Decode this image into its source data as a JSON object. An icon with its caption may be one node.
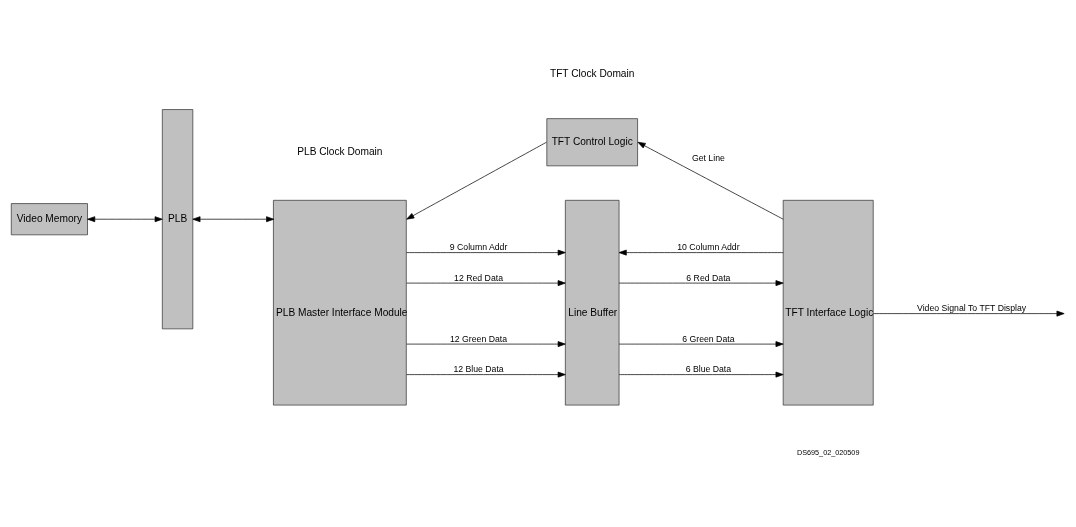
{
  "diagram": {
    "nodes": [
      {
        "text": [
          "Video Memory"
        ]
      },
      {
        "text": [
          "PLB"
        ]
      },
      {
        "text": [
          "PLB Master Interface Module"
        ]
      },
      {
        "text": [
          "TFT Control Logic"
        ]
      },
      {
        "text": [
          "Line Buffer"
        ]
      },
      {
        "text": [
          "TFT Interface Logic"
        ]
      }
    ],
    "edges": [
      {
        "from": 0,
        "to": 1,
        "arrow": "both"
      },
      {
        "from": 1,
        "to": 2,
        "arrow": "both"
      },
      {
        "from": 3,
        "to": 2,
        "arrow": "to"
      },
      {
        "from": 5,
        "to": 3,
        "arrow": "to",
        "label": "Get Line"
      },
      {
        "from": 2,
        "to": 4,
        "arrow": "to",
        "label": "9 Column Addr"
      },
      {
        "from": 2,
        "to": 4,
        "arrow": "to",
        "label": "12 Red Data"
      },
      {
        "from": 2,
        "to": 4,
        "arrow": "to",
        "label": "12 Green Data"
      },
      {
        "from": 2,
        "to": 4,
        "arrow": "to",
        "label": "12 Blue Data"
      },
      {
        "from": 5,
        "to": 4,
        "arrow": "to",
        "label": "10 Column Addr"
      },
      {
        "from": 4,
        "to": 5,
        "arrow": "to",
        "label": "6 Red Data"
      },
      {
        "from": 4,
        "to": 5,
        "arrow": "to",
        "label": "6 Green Data"
      },
      {
        "from": 4,
        "to": 5,
        "arrow": "to",
        "label": "6 Blue Data"
      },
      {
        "from": 5,
        "to": null,
        "arrow": "to",
        "label": "Video Signal To TFT Display"
      }
    ],
    "labels": [
      "PLB Clock Domain",
      "TFT Clock Domain",
      "DS695_02_020509"
    ]
  }
}
